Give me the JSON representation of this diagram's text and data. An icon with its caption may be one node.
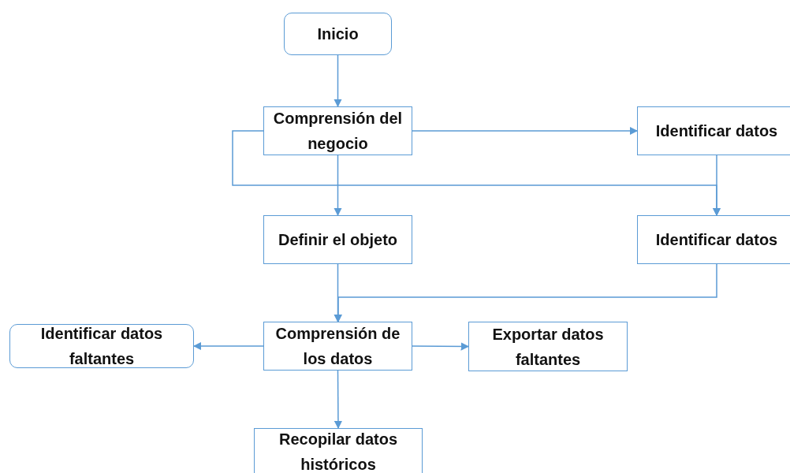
{
  "diagram": {
    "nodes": [
      {
        "text": [
          "Inicio"
        ]
      },
      {
        "text": [
          "Comprensión del negocio"
        ]
      },
      {
        "text": [
          "Identificar datos"
        ]
      },
      {
        "text": [
          "Definir el objeto"
        ]
      },
      {
        "text": [
          "Identificar datos"
        ]
      },
      {
        "text": [
          "Identificar datos faltantes"
        ]
      },
      {
        "text": [
          "Comprensión de los datos"
        ]
      },
      {
        "text": [
          "Exportar datos faltantes"
        ]
      },
      {
        "text": [
          "Recopilar datos históricos"
        ]
      }
    ],
    "edges": [
      {
        "from": 0,
        "to": 1,
        "arrow": "to"
      },
      {
        "from": 1,
        "to": 2,
        "arrow": "to"
      },
      {
        "from": 1,
        "to": 3,
        "arrow": "to"
      },
      {
        "from": 1,
        "to": 4,
        "arrow": "to"
      },
      {
        "from": 2,
        "to": 4,
        "arrow": "to"
      },
      {
        "from": 3,
        "to": 6,
        "arrow": "to"
      },
      {
        "from": 4,
        "to": 6,
        "arrow": "to"
      },
      {
        "from": 6,
        "to": 5,
        "arrow": "to"
      },
      {
        "from": 6,
        "to": 7,
        "arrow": "to"
      },
      {
        "from": 6,
        "to": 8,
        "arrow": "to"
      }
    ]
  }
}
